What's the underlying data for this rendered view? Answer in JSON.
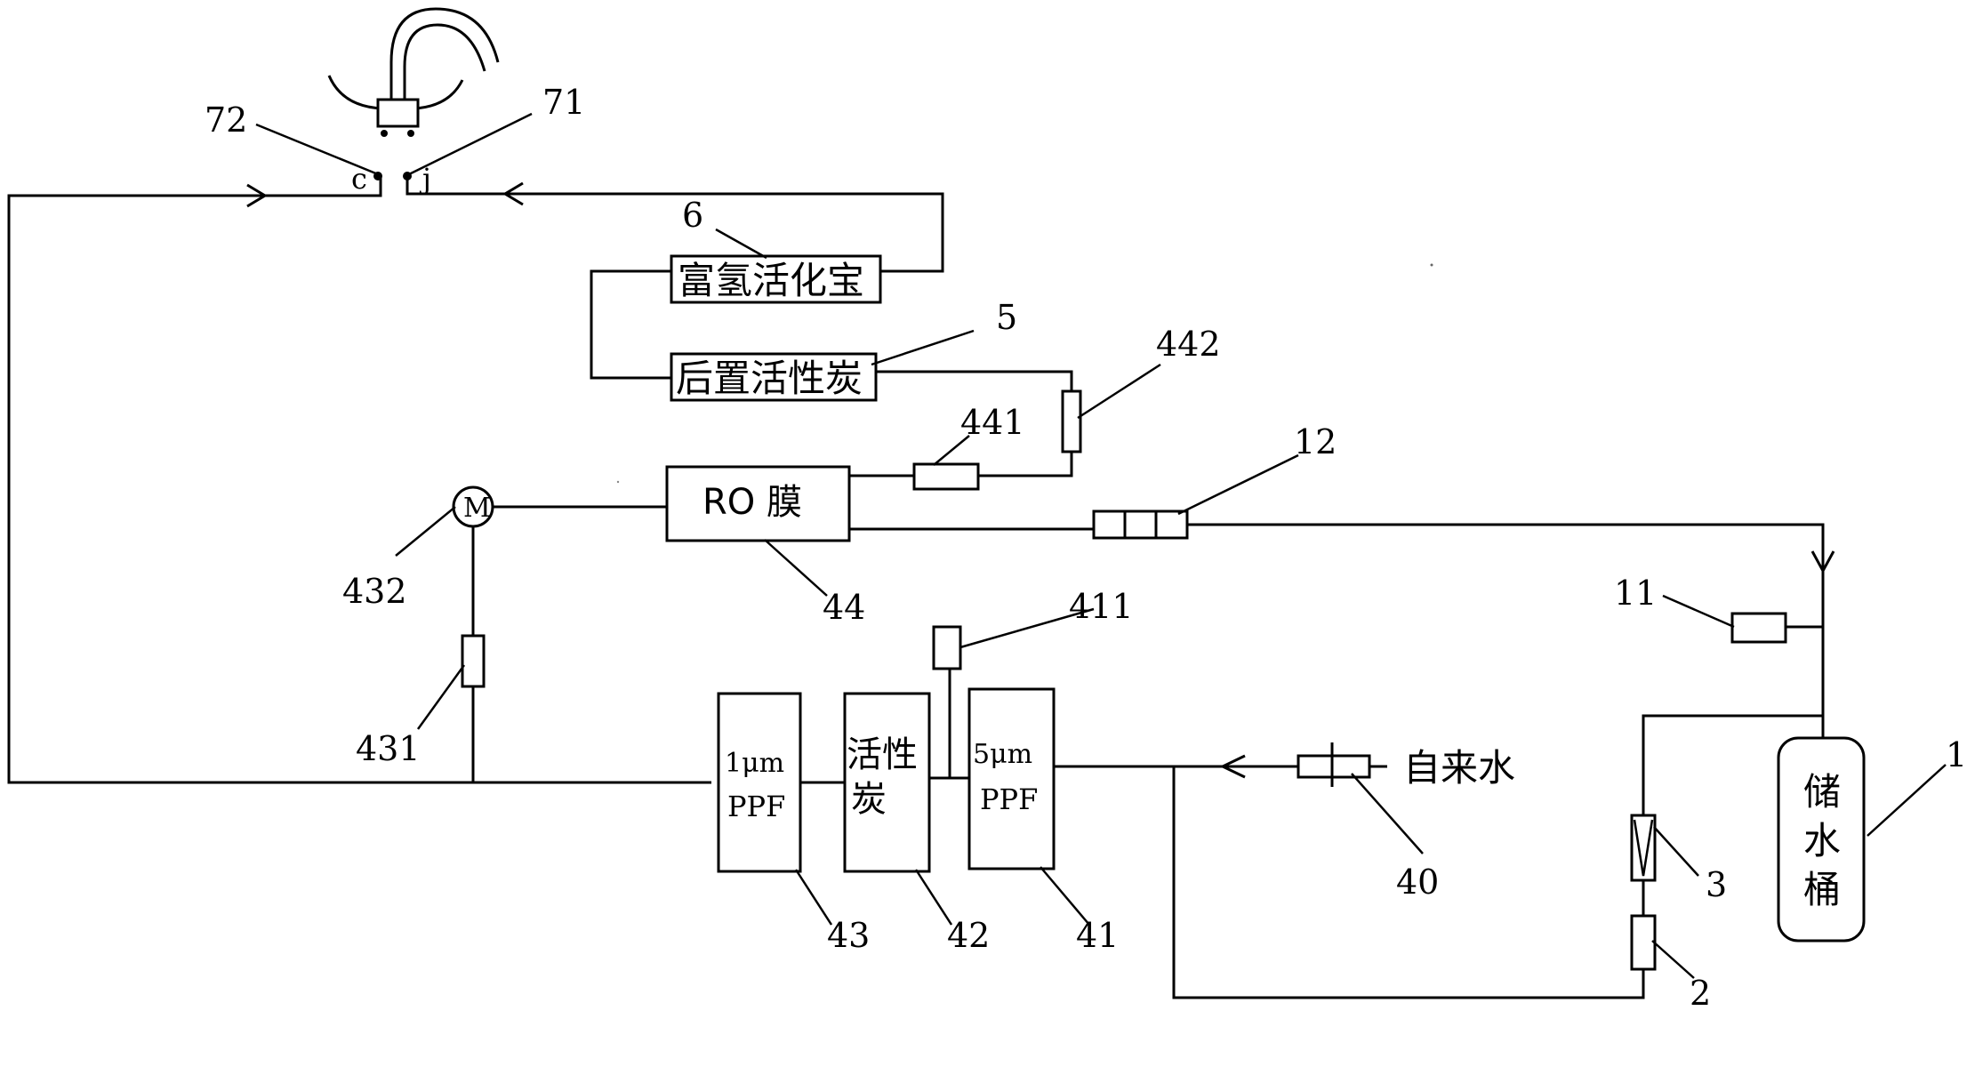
{
  "labels": {
    "enricher": "富氢活化宝",
    "post_carbon": "后置活性炭",
    "ro_membrane": "RO 膜",
    "tap_water": "自来水",
    "tank_line1": "储",
    "tank_line2": "水",
    "tank_line3": "桶",
    "f43_line1": "1μm",
    "f43_line2": "PPF",
    "f42_line1": "活性",
    "f42_line2": "炭",
    "f41_line1": "5μm",
    "f41_line2": "PPF",
    "pump": "M",
    "faucet_c": "c",
    "faucet_j": "j"
  },
  "refs": {
    "r72": "72",
    "r71": "71",
    "r6": "6",
    "r5": "5",
    "r442": "442",
    "r441": "441",
    "r12": "12",
    "r432": "432",
    "r44": "44",
    "r411": "411",
    "r11": "11",
    "r431": "431",
    "r1": "1",
    "r40": "40",
    "r3": "3",
    "r43": "43",
    "r42": "42",
    "r41": "41",
    "r2": "2"
  }
}
